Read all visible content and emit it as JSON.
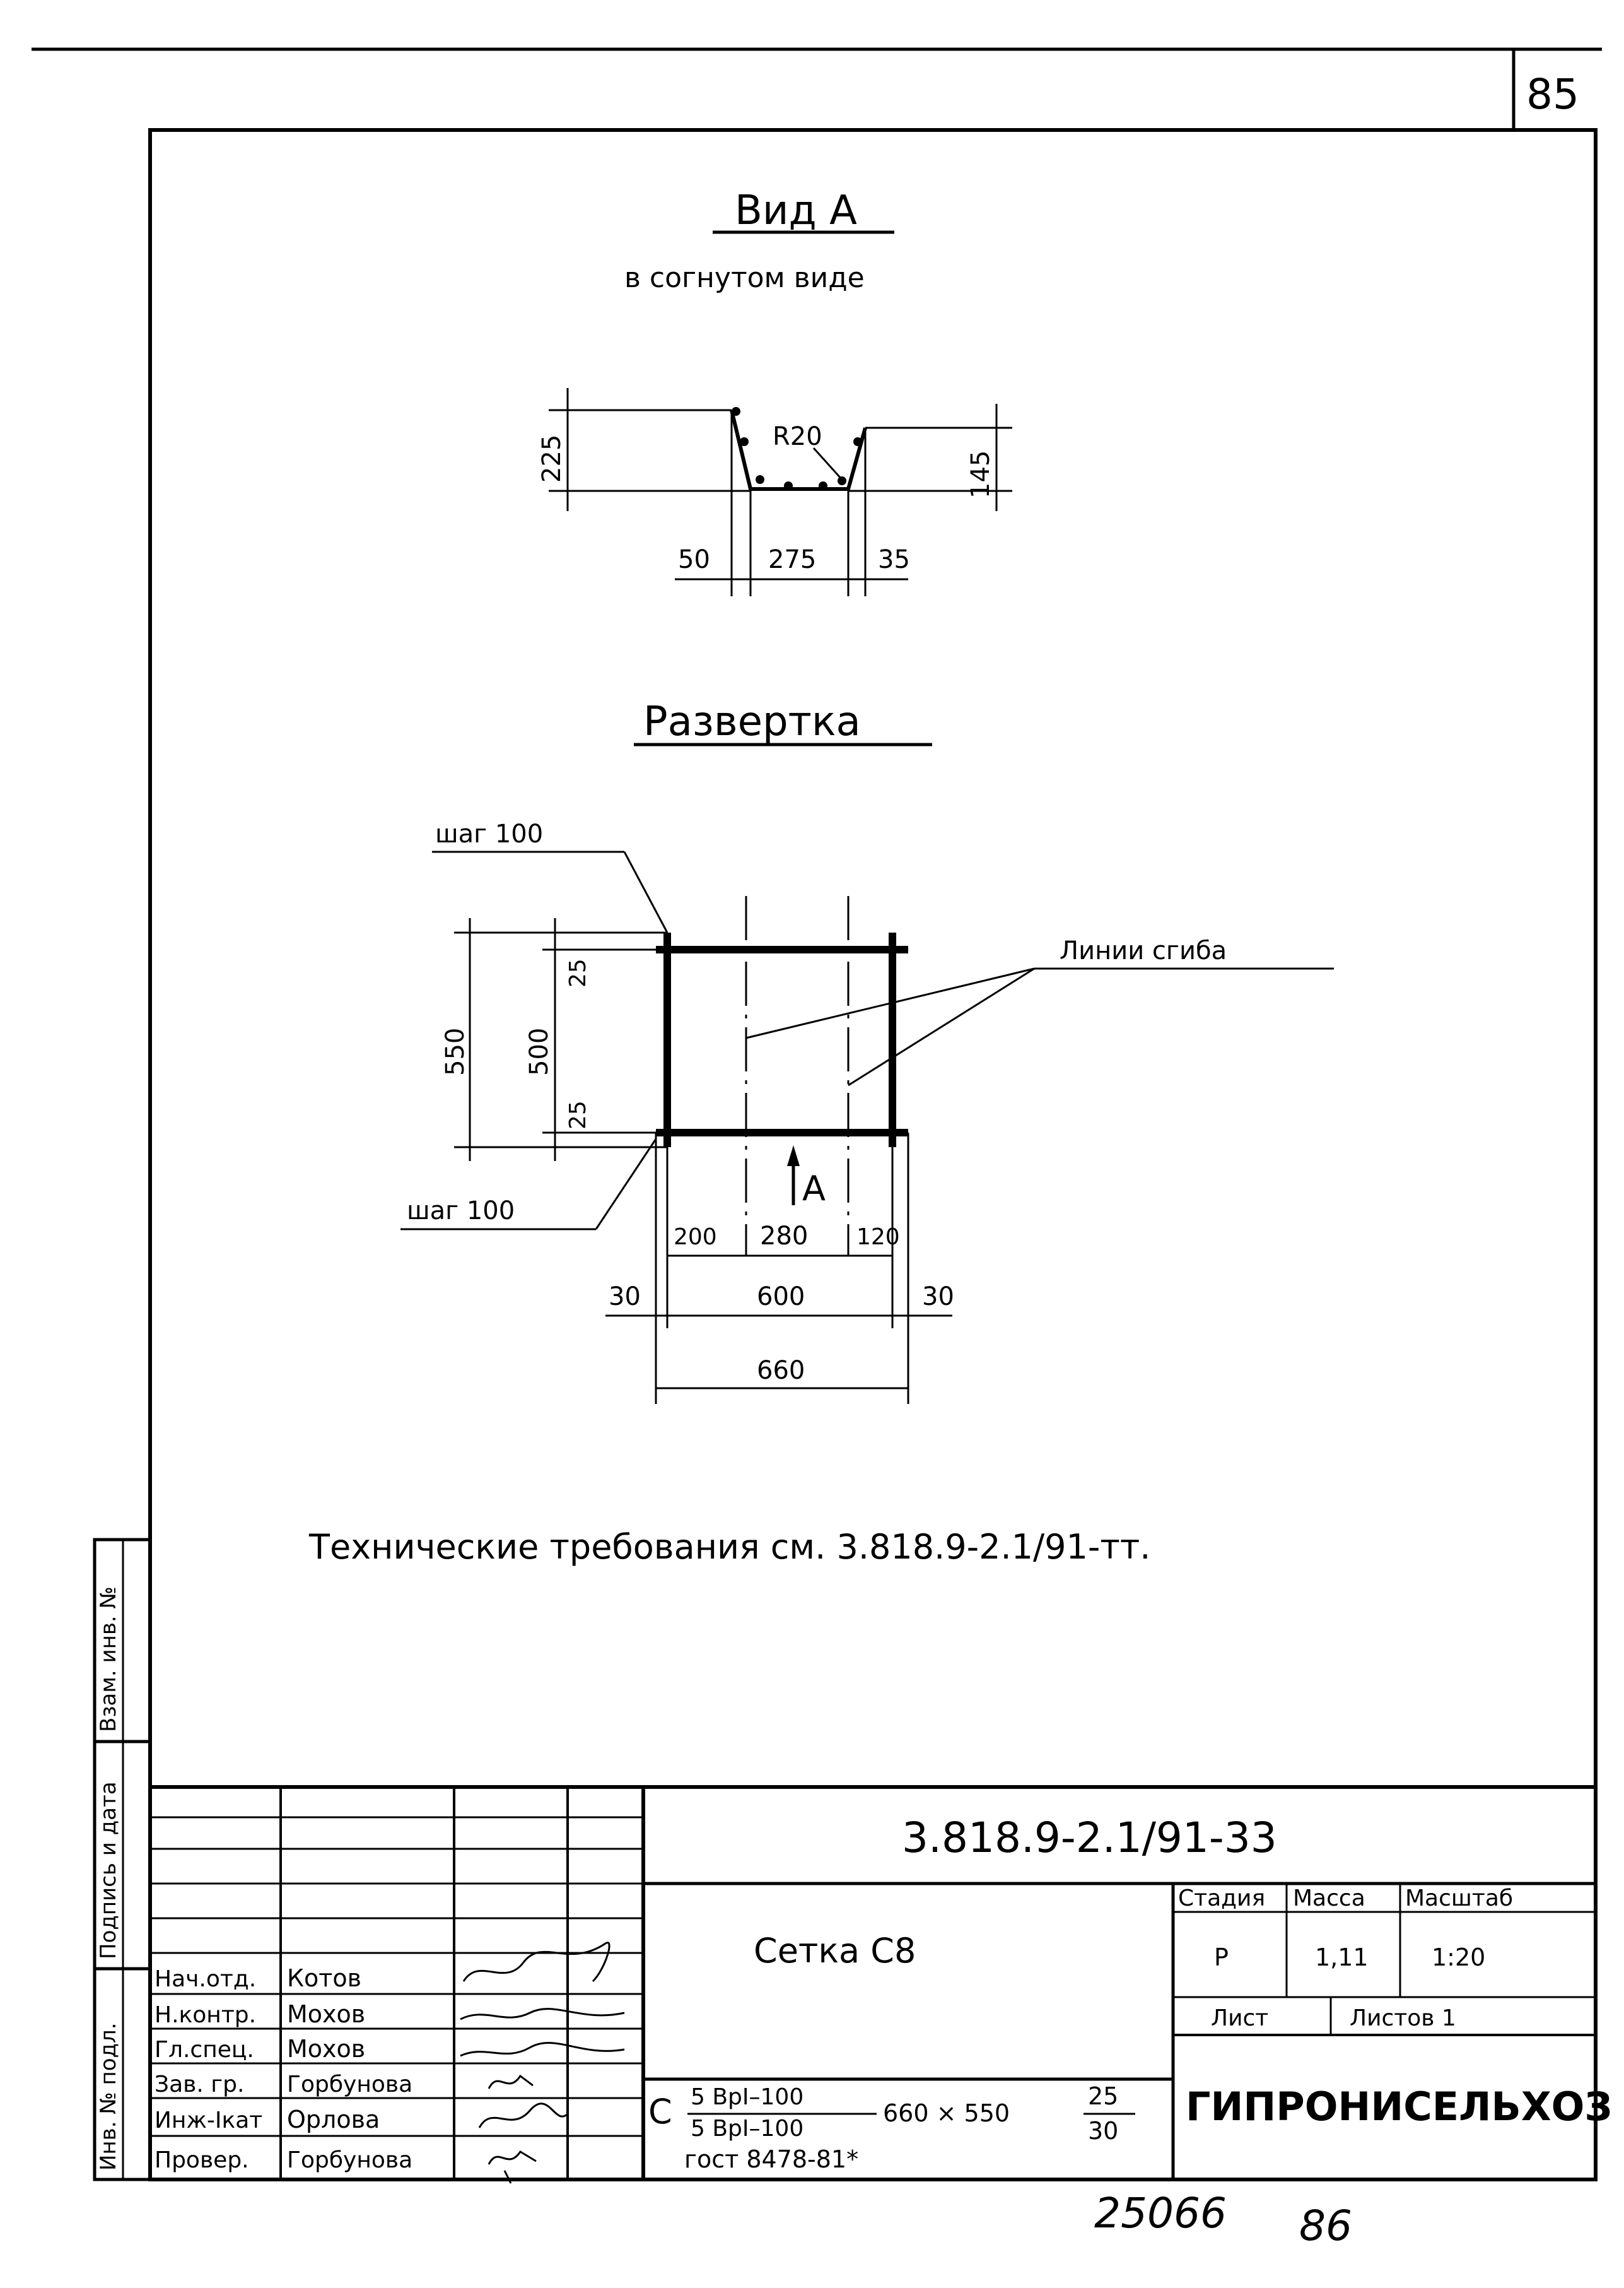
{
  "page_number": "85",
  "view_a": {
    "title": "Вид А",
    "subtitle": "в согнутом виде",
    "radius_label": "R20",
    "dim_left_height": "225",
    "dim_right_height": "145",
    "dim_bottom_left": "50",
    "dim_bottom_mid": "275",
    "dim_bottom_right": "35"
  },
  "development": {
    "title": "Развертка",
    "pitch_top": "шаг 100",
    "pitch_bottom": "шаг 100",
    "fold_lines_label": "Линии сгиба",
    "arrow_label": "А",
    "dim_550": "550",
    "dim_500": "500",
    "dim_25_top": "25",
    "dim_25_bottom": "25",
    "dim_200": "200",
    "dim_280": "280",
    "dim_120": "120",
    "dim_30_left": "30",
    "dim_600": "600",
    "dim_30_right": "30",
    "dim_660": "660"
  },
  "tech_requirements": "Технические требования см. 3.818.9-2.1/91-тт.",
  "side_stamp": {
    "inv_vzam": "Взам. инв. №",
    "signature_date": "Подпись и дата",
    "inv_podl": "Инв. № подл."
  },
  "title_block": {
    "document_code": "3.818.9-2.1/91-33",
    "item_name": "Сетка С8",
    "header_stage": "Стадия",
    "header_mass": "Масса",
    "header_scale": "Масштаб",
    "stage": "Р",
    "mass": "1,11",
    "scale": "1:20",
    "sheet_label": "Лист",
    "sheets_label": "Листов 1",
    "organization": "ГИПРОНИСЕЛЬХОЗ",
    "spec_prefix": "С",
    "spec_top": "5 ВрI–100",
    "spec_bottom": "5 ВрI–100",
    "spec_size": "660 × 550",
    "spec_frac_top": "25",
    "spec_frac_bottom": "30",
    "gost": "гост 8478-81*",
    "staff": [
      {
        "role": "Нач.отд.",
        "name": "Котов"
      },
      {
        "role": "Н.контр.",
        "name": "Мохов"
      },
      {
        "role": "Гл.спец.",
        "name": "Мохов"
      },
      {
        "role": "Зав. гр.",
        "name": "Горбунова"
      },
      {
        "role": "Инж-Iкат",
        "name": "Орлова"
      },
      {
        "role": "Провер.",
        "name": "Горбунова"
      }
    ]
  },
  "footer_left_number": "25066",
  "footer_right_number": "86"
}
